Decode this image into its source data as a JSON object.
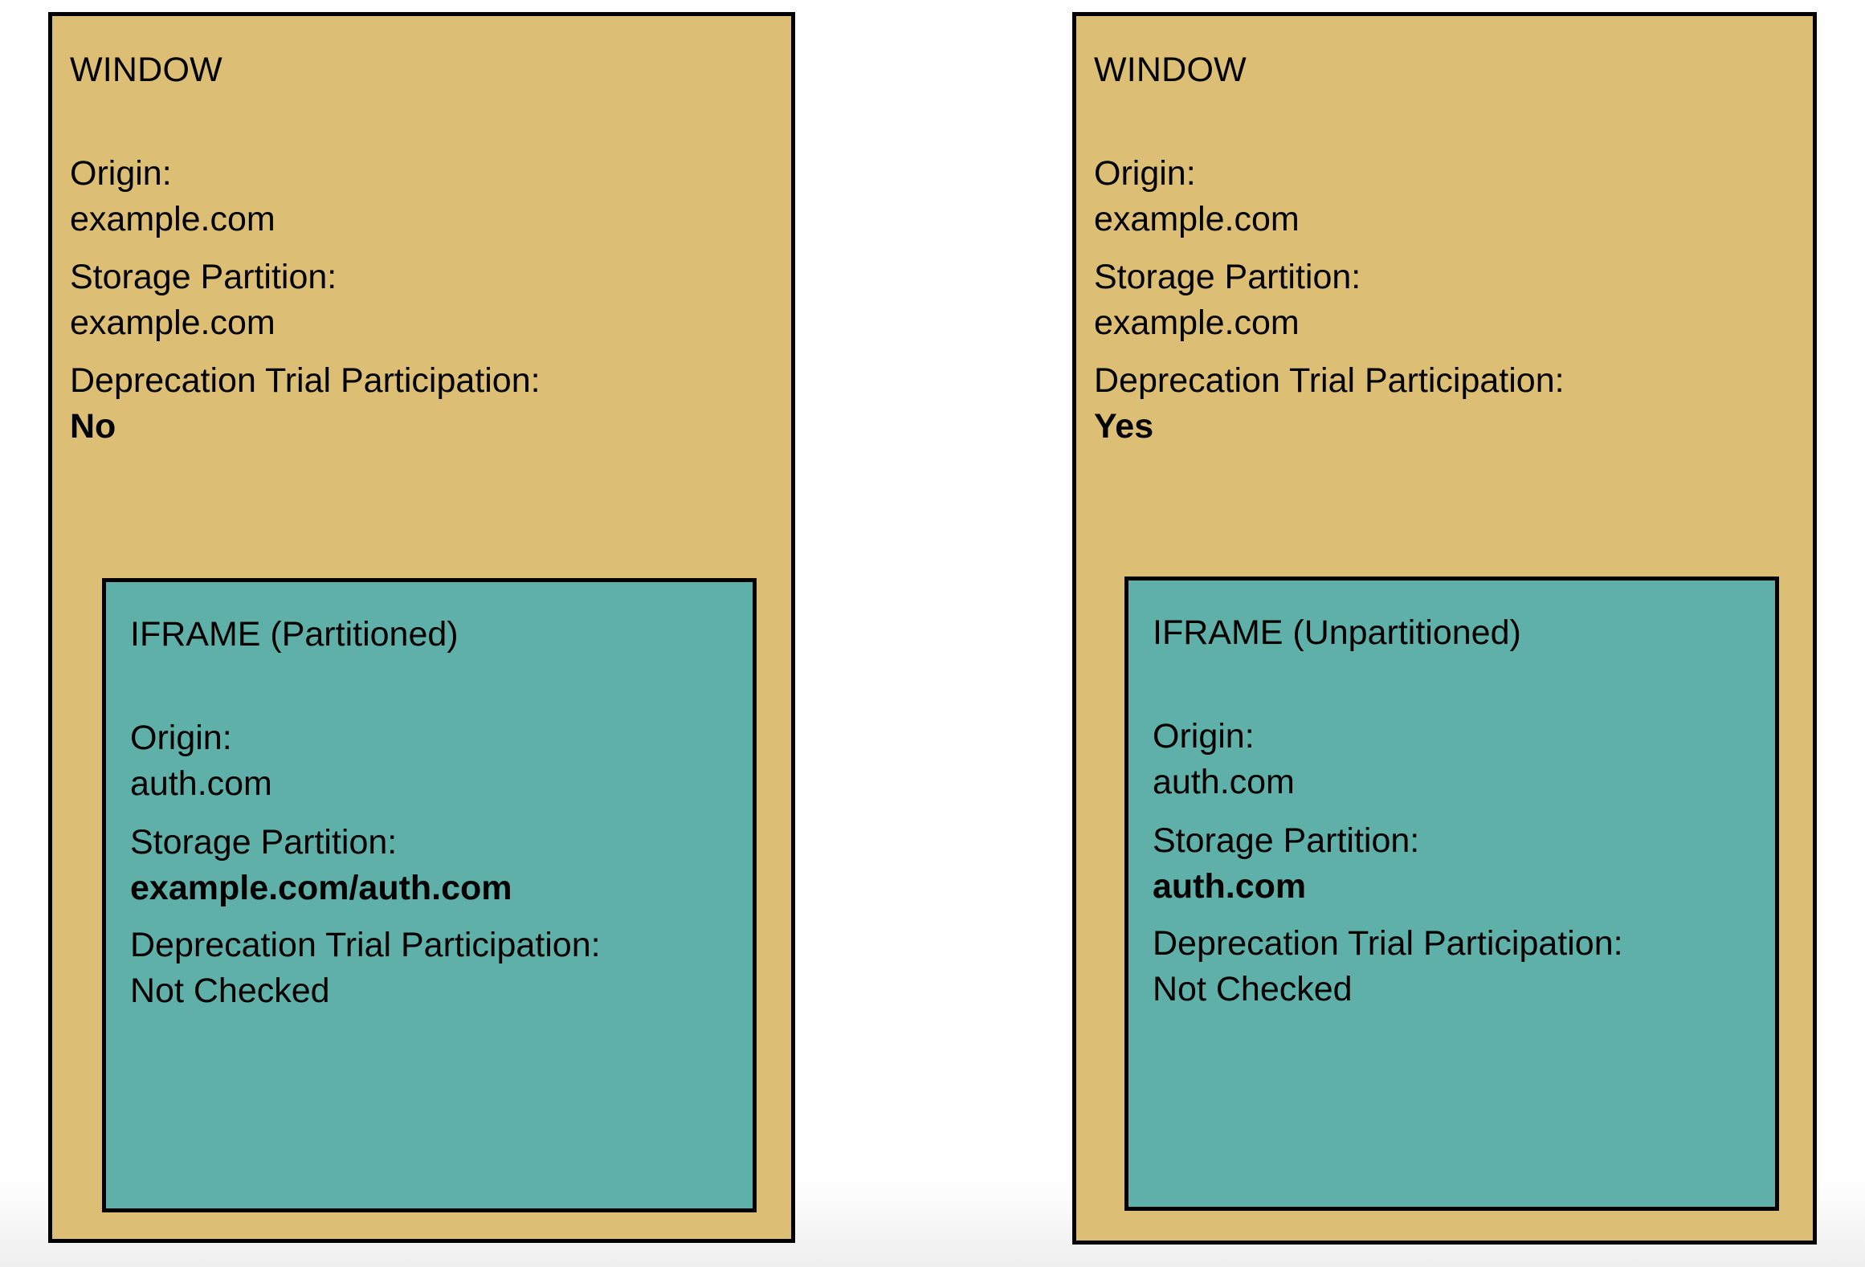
{
  "colors": {
    "window_fill": "#dcbe74",
    "iframe_fill": "#5fb0a8",
    "border": "#000000",
    "text": "#000000",
    "page_background": "#ffffff"
  },
  "panels": [
    {
      "id": "partitioned",
      "window": {
        "title": "WINDOW",
        "fields": [
          {
            "label": "Origin:",
            "value": "example.com",
            "bold": false
          },
          {
            "label": "Storage Partition:",
            "value": "example.com",
            "bold": false
          },
          {
            "label": "Deprecation Trial Participation:",
            "value": "No",
            "bold": true
          }
        ]
      },
      "iframe": {
        "title": "IFRAME (Partitioned)",
        "fields": [
          {
            "label": "Origin:",
            "value": "auth.com",
            "bold": false
          },
          {
            "label": "Storage Partition:",
            "value": "example.com/auth.com",
            "bold": true
          },
          {
            "label": "Deprecation Trial Participation:",
            "value": "Not Checked",
            "bold": false
          }
        ]
      }
    },
    {
      "id": "unpartitioned",
      "window": {
        "title": "WINDOW",
        "fields": [
          {
            "label": "Origin:",
            "value": "example.com",
            "bold": false
          },
          {
            "label": "Storage Partition:",
            "value": "example.com",
            "bold": false
          },
          {
            "label": "Deprecation Trial Participation:",
            "value": "Yes",
            "bold": true
          }
        ]
      },
      "iframe": {
        "title": "IFRAME (Unpartitioned)",
        "fields": [
          {
            "label": "Origin:",
            "value": "auth.com",
            "bold": false
          },
          {
            "label": "Storage Partition:",
            "value": "auth.com",
            "bold": true
          },
          {
            "label": "Deprecation Trial Participation:",
            "value": "Not Checked",
            "bold": false
          }
        ]
      }
    }
  ]
}
